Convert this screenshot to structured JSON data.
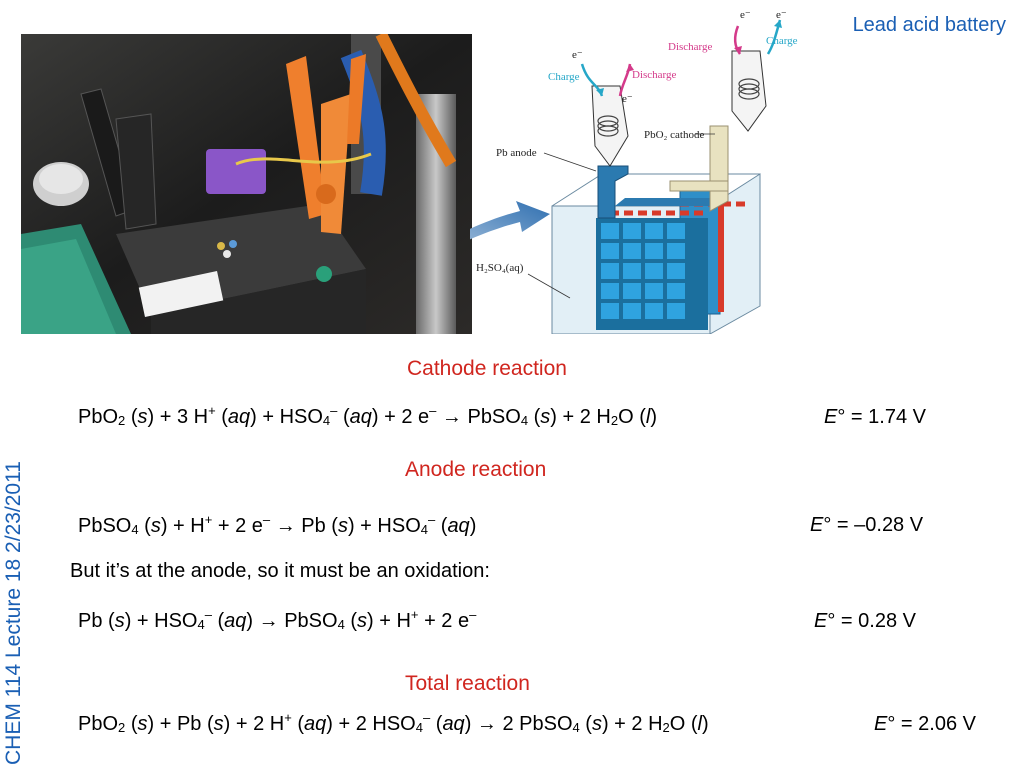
{
  "slide": {
    "title": "Lead acid battery",
    "side_label": "CHEM 114 Lecture 18 2/23/2011"
  },
  "diagram": {
    "labels": {
      "discharge_top": "Discharge",
      "charge_top": "Charge",
      "charge_left": "Charge",
      "discharge_left": "Discharge",
      "pbo2_cathode": "PbO₂ cathode",
      "pb_anode": "Pb anode",
      "electrolyte": "H₂SO₄(aq)",
      "electron": "e⁻"
    },
    "colors": {
      "blue_plate": "#1a8cc8",
      "red_plate": "#d83a2a",
      "cathode_post": "#e8e2c0",
      "anode_post": "#2b7ab0"
    }
  },
  "sections": {
    "cathode_heading": "Cathode reaction",
    "anode_heading": "Anode reaction",
    "oxidation_note": "But it’s at the anode, so it must be an oxidation:",
    "total_heading": "Total reaction"
  },
  "reactions": {
    "cathode": {
      "t1": "PbO",
      "t2": "2",
      "t3": " (",
      "t4": "s",
      "t5": ") + 3 H",
      "t6": "+",
      "t7": " (",
      "t8": "aq",
      "t9": ") + HSO",
      "t10": "4",
      "t11": "–",
      "t12": " (",
      "t13": "aq",
      "t14": ") + 2 e",
      "t15": "–",
      "t16": "  →  PbSO",
      "t17": "4",
      "t18": " (",
      "t19": "s",
      "t20": ") + 2 H",
      "t21": "2",
      "t22": "O (",
      "t23": "l",
      "t24": ")",
      "e_sym": "E",
      "e_val": "° = 1.74 V"
    },
    "anode": {
      "t1": "PbSO",
      "t2": "4",
      "t3": " (",
      "t4": "s",
      "t5": ") + H",
      "t6": "+",
      "t7": " + 2 e",
      "t8": "–",
      "t9": " →  Pb (",
      "t10": "s",
      "t11": ") + HSO",
      "t12": "4",
      "t13": "–",
      "t14": " (",
      "t15": "aq",
      "t16": ")",
      "e_sym": "E",
      "e_val": "° = –0.28 V"
    },
    "oxidation": {
      "t1": "Pb (",
      "t2": "s",
      "t3": ") + HSO",
      "t4": "4",
      "t5": "–",
      "t6": " (",
      "t7": "aq",
      "t8": ") → PbSO",
      "t9": "4",
      "t10": " (",
      "t11": "s",
      "t12": ") + H",
      "t13": "+",
      "t14": " + 2 e",
      "t15": "–",
      "e_sym": "E",
      "e_val": "° = 0.28 V"
    },
    "total": {
      "t1": "PbO",
      "t2": "2",
      "t3": " (",
      "t4": "s",
      "t5": ") + Pb (",
      "t6": "s",
      "t7": ") + 2 H",
      "t8": "+",
      "t9": " (",
      "t10": "aq",
      "t11": ") + 2 HSO",
      "t12": "4",
      "t13": "–",
      "t14": " (",
      "t15": "aq",
      "t16": ")  →  2 PbSO",
      "t17": "4",
      "t18": " (",
      "t19": "s",
      "t20": ") + 2 H",
      "t21": "2",
      "t22": "O (",
      "t23": "l",
      "t24": ")",
      "e_sym": "E",
      "e_val": "° = 2.06 V"
    }
  }
}
